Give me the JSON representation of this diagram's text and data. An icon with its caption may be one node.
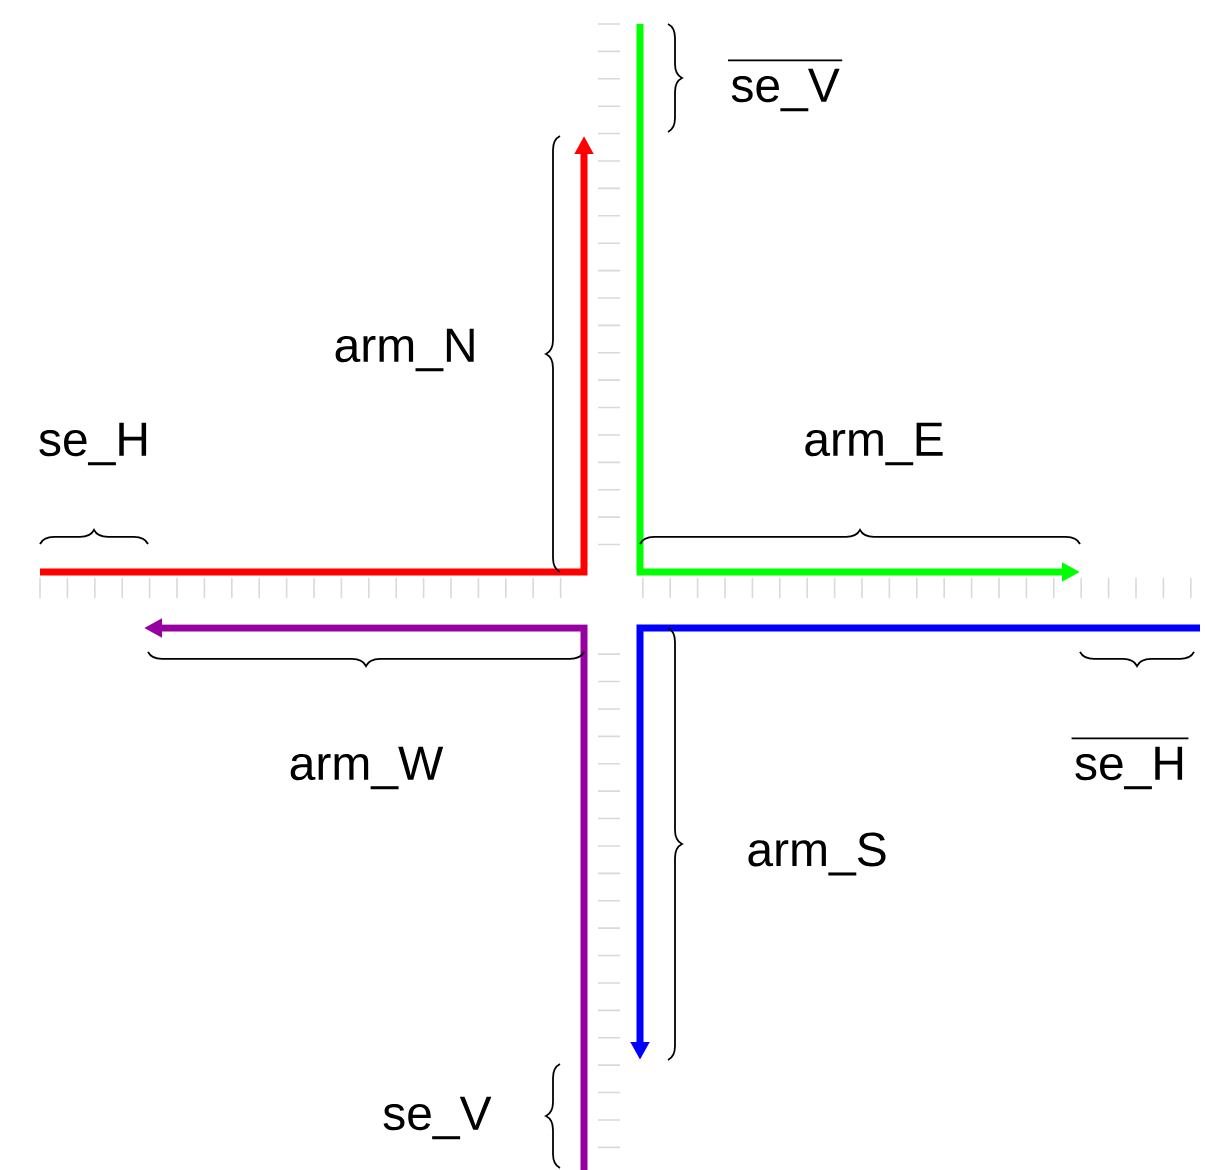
{
  "diagram": {
    "labels": [
      "se_V",
      "arm_N",
      "se_H",
      "arm_E",
      "arm_W",
      "se_H",
      "arm_S",
      "se_V"
    ]
  }
}
